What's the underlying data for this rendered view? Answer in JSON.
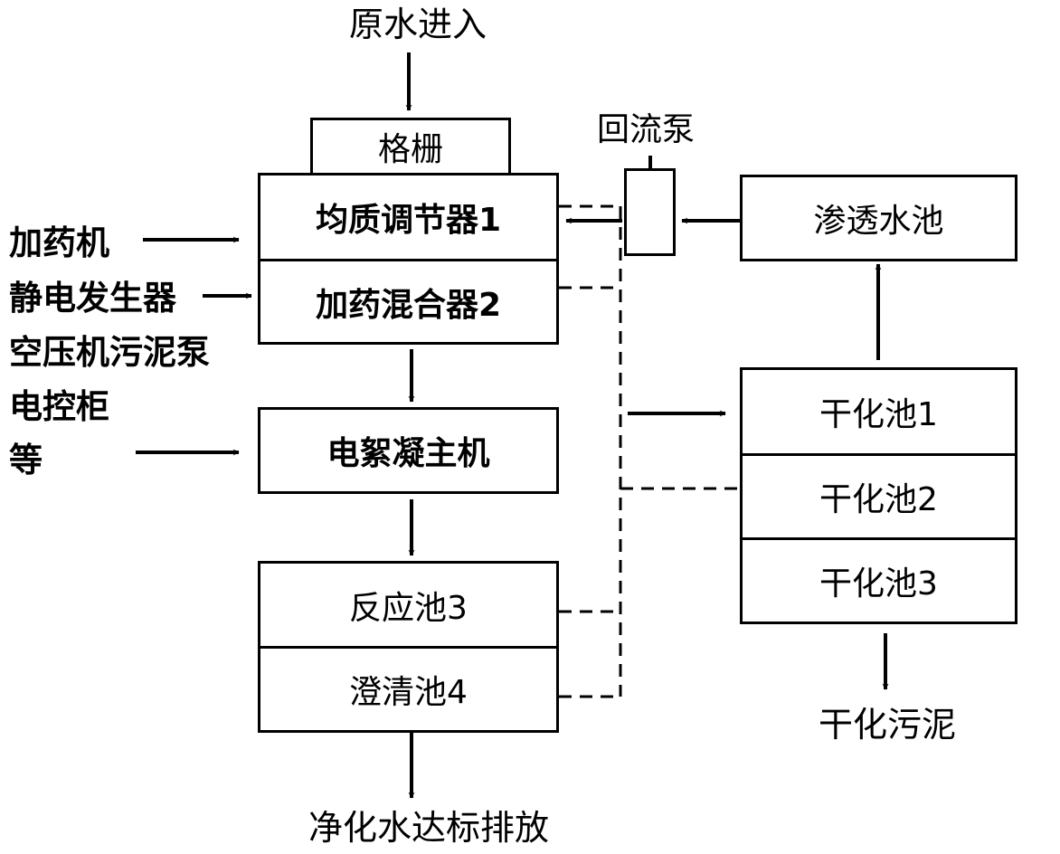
{
  "inputs": {
    "raw_water": "原水进入",
    "equipment": [
      "加药机",
      "静电发生器",
      "空压机污泥泵",
      "电控柜",
      "等"
    ]
  },
  "main_units": {
    "grille": "格栅",
    "homogenizer": "均质调节器1",
    "dosing_mixer": "加药混合器2",
    "electroflocculation": "电絮凝主机",
    "reaction_tank": "反应池3",
    "clarifier": "澄清池4"
  },
  "side_units": {
    "return_pump": "回流泵",
    "seepage_tank": "渗透水池",
    "drying_tanks": [
      "干化池1",
      "干化池2",
      "干化池3"
    ]
  },
  "outputs": {
    "clean_water": "净化水达标排放",
    "dried_sludge": "干化污泥"
  }
}
